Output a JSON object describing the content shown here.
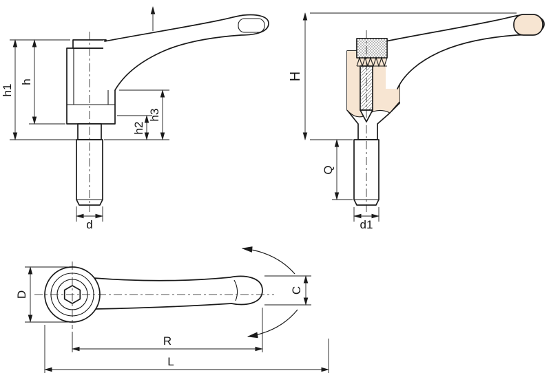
{
  "colors": {
    "line": "#1a1a1a",
    "section_fill": "#f7e5d2",
    "background": "#ffffff"
  },
  "dim_labels": {
    "h1": "h1",
    "h": "h",
    "h2": "h2",
    "h3": "h3",
    "d": "d",
    "H": "H",
    "Q": "Q",
    "d1": "d1",
    "D": "D",
    "C": "C",
    "R": "R",
    "L": "L"
  }
}
